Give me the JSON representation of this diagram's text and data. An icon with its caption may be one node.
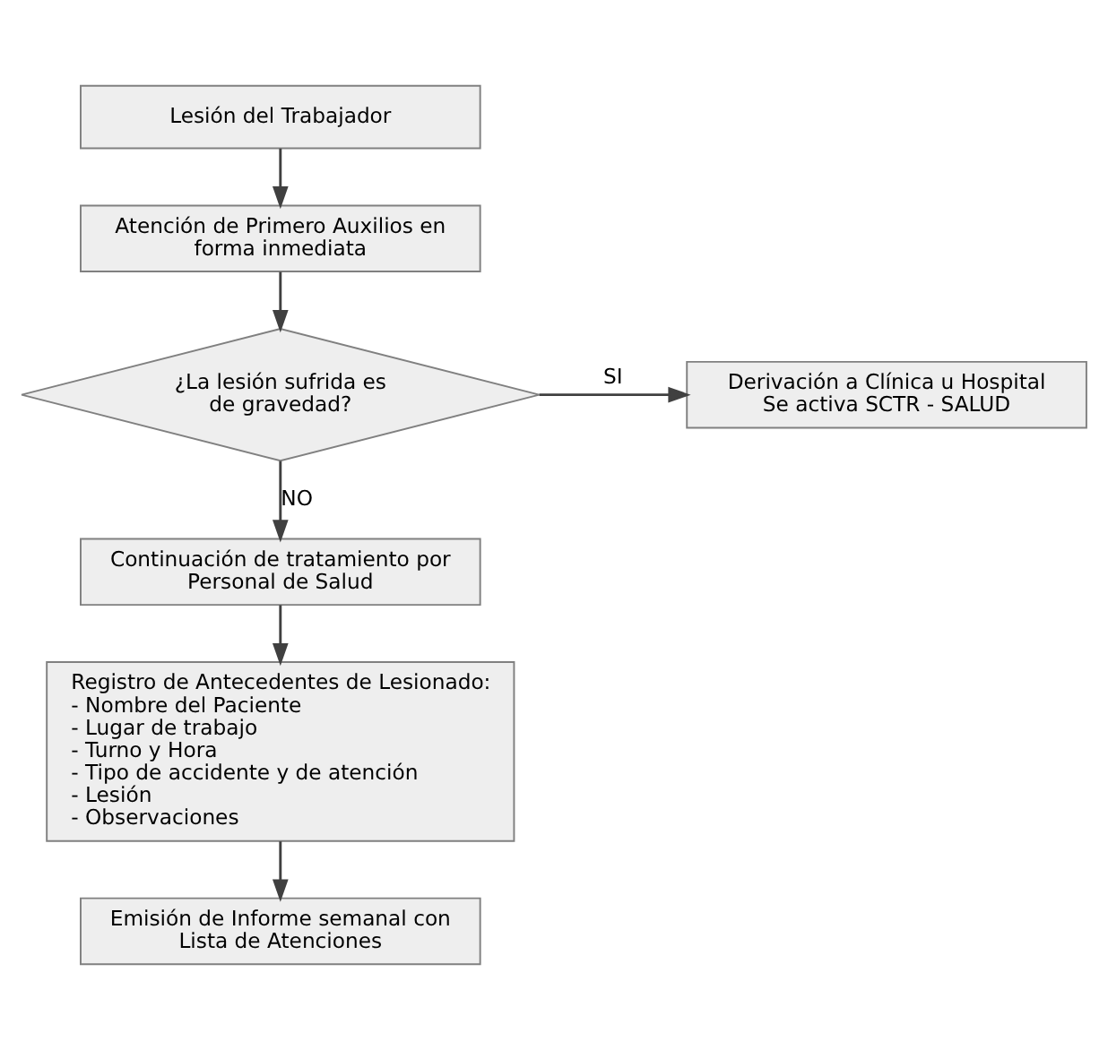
{
  "diagram": {
    "nodes": [
      {
        "text": [
          "Lesión del Trabajador"
        ]
      },
      {
        "text": [
          "Atención de Primero Auxilios en forma inmediata"
        ]
      },
      {
        "text": [
          "¿La lesión sufrida es de gravedad?"
        ]
      },
      {
        "text": [
          "Derivación a Clínica u Hospital",
          "Se activa SCTR - SALUD"
        ]
      },
      {
        "text": [
          "Continuación de tratamiento por Personal de Salud"
        ]
      },
      {
        "text": [
          "Registro de Antecedentes de Lesionado:",
          "- Nombre del Paciente",
          "- Lugar de trabajo",
          "- Turno y Hora",
          "- Tipo de accidente y de atención",
          "- Lesión",
          "- Observaciones"
        ]
      },
      {
        "text": [
          "Emisión de Informe semanal con Lista de Atenciones"
        ]
      }
    ],
    "edges": [
      {
        "from": 0,
        "to": 1,
        "arrow": "to"
      },
      {
        "from": 1,
        "to": 2,
        "arrow": "to"
      },
      {
        "from": 2,
        "to": 3,
        "arrow": "to",
        "label": "SI"
      },
      {
        "from": 2,
        "to": 4,
        "arrow": "to",
        "label": "NO"
      },
      {
        "from": 4,
        "to": 5,
        "arrow": "to"
      },
      {
        "from": 5,
        "to": 6,
        "arrow": "to"
      }
    ]
  }
}
